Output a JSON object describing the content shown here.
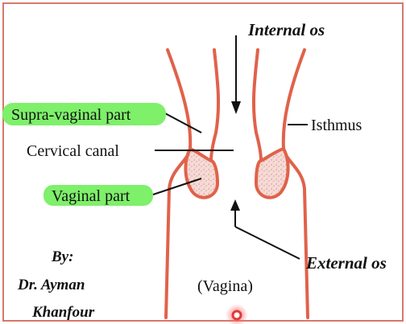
{
  "colors": {
    "frame": "#d9776b",
    "cervix_outline": "#e0624a",
    "tissue_fill": "#f0c9c3",
    "highlight": "#7ef06a",
    "leader": "#111111",
    "marker": "#e23a3a"
  },
  "labels": {
    "internal_os": "Internal os",
    "supra_vaginal_part": "Supra-vaginal part",
    "isthmus": "Isthmus",
    "cervical_canal": "Cervical canal",
    "vaginal_part": "Vaginal part",
    "external_os": "External os",
    "vagina": "(Vagina)"
  },
  "credit": {
    "line1": "By:",
    "line2": "Dr. Ayman",
    "line3": "Khanfour"
  }
}
